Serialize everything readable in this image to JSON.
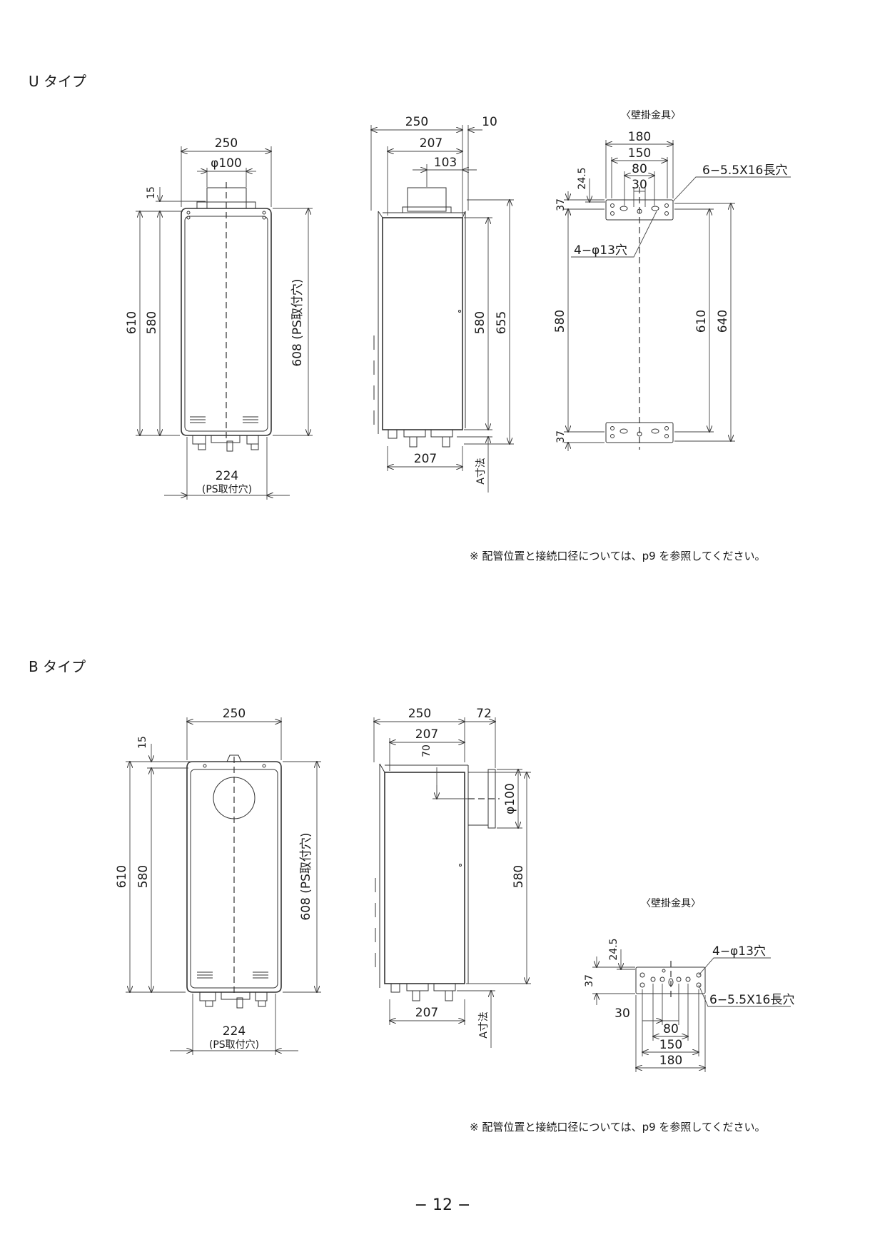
{
  "u_type": {
    "title": "U タイプ",
    "front": {
      "width": "250",
      "flue_dia": "φ100",
      "top_offset": "15",
      "height_total": "610",
      "height_body": "580",
      "ps_height": "608 (PS取付穴)",
      "ps_width": "224",
      "ps_width_label": "(PS取付穴)"
    },
    "side": {
      "depth": "250",
      "flange": "10",
      "depth_body": "207",
      "flue_offset": "103",
      "height_body": "580",
      "height_total": "655",
      "bottom_depth": "207",
      "a_dim": "A寸法"
    },
    "bracket": {
      "title": "〈壁掛金具〉",
      "w180": "180",
      "w150": "150",
      "w80": "80",
      "w30": "30",
      "h24_5": "24.5",
      "slot_label": "6−5.5X16長穴",
      "hole_label": "4−φ13穴",
      "h37_top": "37",
      "h37_bottom": "37",
      "h580": "580",
      "h610": "610",
      "h640": "640"
    },
    "note": "※ 配管位置と接続口径については、p9 を参照してください。"
  },
  "b_type": {
    "title": "B タイプ",
    "front": {
      "width": "250",
      "top_offset": "15",
      "height_total": "610",
      "height_body": "580",
      "ps_height": "608 (PS取付穴)",
      "ps_width": "224",
      "ps_width_label": "(PS取付穴)"
    },
    "side": {
      "depth": "250",
      "flue_len": "72",
      "depth_body": "207",
      "flue_height": "70",
      "flue_dia": "φ100",
      "height_body": "580",
      "bottom_depth": "207",
      "a_dim": "A寸法"
    },
    "bracket": {
      "title": "〈壁掛金具〉",
      "h24_5": "24.5",
      "hole_label": "4−φ13穴",
      "h37": "37",
      "slot_label": "6−5.5X16長穴",
      "w30": "30",
      "w80": "80",
      "w150": "150",
      "w180": "180"
    },
    "note": "※ 配管位置と接続口径については、p9 を参照してください。"
  },
  "page_number": "− 12 −"
}
